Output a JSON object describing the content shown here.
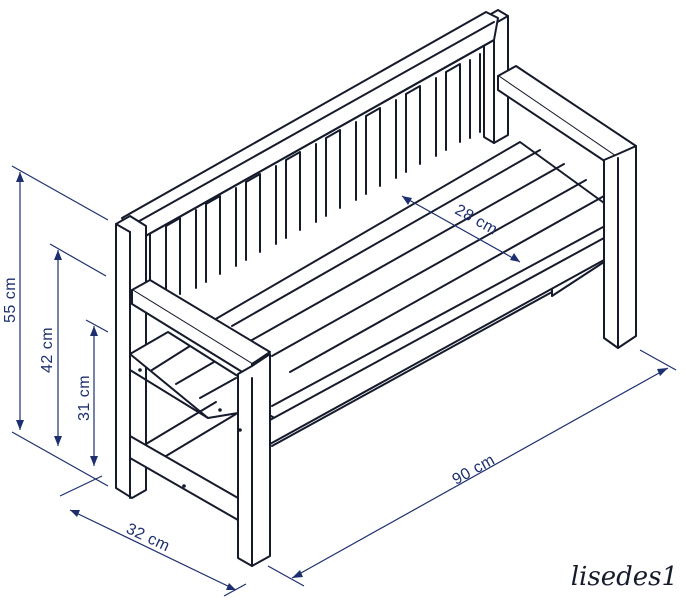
{
  "diagram": {
    "dimensions": {
      "height_total": "55 cm",
      "height_armrest": "42 cm",
      "height_seat": "31 cm",
      "backrest_gap": "28 cm",
      "length": "90 cm",
      "depth": "32 cm"
    },
    "brand": "lisedes1",
    "colors": {
      "line": "#161b2c",
      "dimension": "#1d2f6f",
      "background": "#ffffff"
    }
  }
}
